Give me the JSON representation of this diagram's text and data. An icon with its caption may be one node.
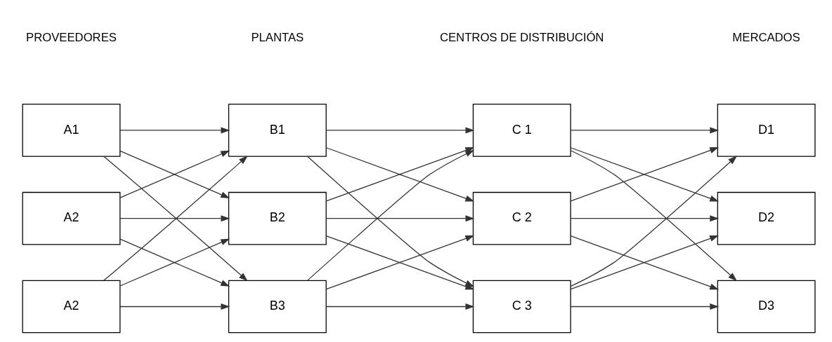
{
  "diagram": {
    "nodes": [
      {
        "text": [
          "A1"
        ]
      },
      {
        "text": [
          "A2"
        ]
      },
      {
        "text": [
          "A2"
        ]
      },
      {
        "text": [
          "B1"
        ]
      },
      {
        "text": [
          "B2"
        ]
      },
      {
        "text": [
          "B3"
        ]
      },
      {
        "text": [
          "C 1"
        ]
      },
      {
        "text": [
          "C 2"
        ]
      },
      {
        "text": [
          "C 3"
        ]
      },
      {
        "text": [
          "D1"
        ]
      },
      {
        "text": [
          "D2"
        ]
      },
      {
        "text": [
          "D3"
        ]
      }
    ],
    "edges": [
      {
        "from": 0,
        "to": 3,
        "arrow": "to"
      },
      {
        "from": 0,
        "to": 4,
        "arrow": "to"
      },
      {
        "from": 0,
        "to": 5,
        "arrow": "to"
      },
      {
        "from": 1,
        "to": 3,
        "arrow": "to"
      },
      {
        "from": 1,
        "to": 4,
        "arrow": "to"
      },
      {
        "from": 1,
        "to": 5,
        "arrow": "to"
      },
      {
        "from": 2,
        "to": 3,
        "arrow": "to"
      },
      {
        "from": 2,
        "to": 4,
        "arrow": "to"
      },
      {
        "from": 2,
        "to": 5,
        "arrow": "to"
      },
      {
        "from": 3,
        "to": 6,
        "arrow": "to"
      },
      {
        "from": 3,
        "to": 7,
        "arrow": "to"
      },
      {
        "from": 3,
        "to": 8,
        "arrow": "to"
      },
      {
        "from": 4,
        "to": 6,
        "arrow": "to"
      },
      {
        "from": 4,
        "to": 7,
        "arrow": "to"
      },
      {
        "from": 4,
        "to": 8,
        "arrow": "to"
      },
      {
        "from": 5,
        "to": 6,
        "arrow": "to"
      },
      {
        "from": 5,
        "to": 7,
        "arrow": "to"
      },
      {
        "from": 5,
        "to": 8,
        "arrow": "to"
      },
      {
        "from": 6,
        "to": 9,
        "arrow": "to"
      },
      {
        "from": 6,
        "to": 10,
        "arrow": "to"
      },
      {
        "from": 6,
        "to": 11,
        "arrow": "to"
      },
      {
        "from": 7,
        "to": 9,
        "arrow": "to"
      },
      {
        "from": 7,
        "to": 10,
        "arrow": "to"
      },
      {
        "from": 7,
        "to": 11,
        "arrow": "to"
      },
      {
        "from": 8,
        "to": 9,
        "arrow": "to"
      },
      {
        "from": 8,
        "to": 10,
        "arrow": "to"
      },
      {
        "from": 8,
        "to": 11,
        "arrow": "to"
      }
    ],
    "labels": [
      "PROVEEDORES",
      "PLANTAS",
      "CENTROS DE DISTRIBUCIÓN",
      "MERCADOS"
    ]
  }
}
